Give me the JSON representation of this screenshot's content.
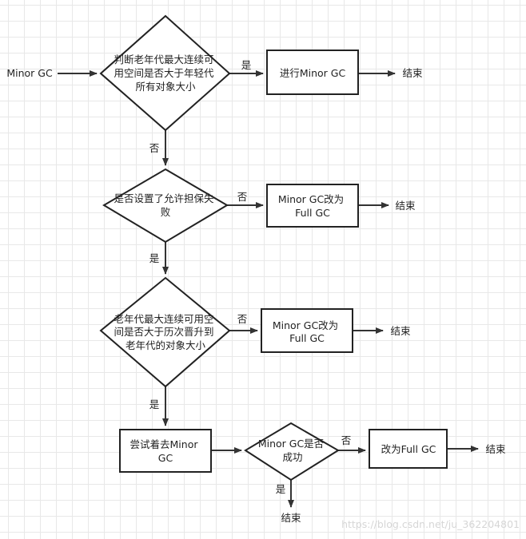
{
  "flowchart": {
    "start_label": "Minor GC",
    "decisions": [
      {
        "lines": [
          "判断老年代最大连续可",
          "用空间是否大于年轻代",
          "所有对象大小"
        ]
      },
      {
        "lines": [
          "是否设置了允许担保失",
          "败"
        ]
      },
      {
        "lines": [
          "老年代最大连续可用空",
          "间是否大于历次晋升到",
          "老年代的对象大小"
        ]
      },
      {
        "lines": [
          "Minor GC是否",
          "成功"
        ]
      }
    ],
    "processes": [
      {
        "lines": [
          "进行Minor GC"
        ]
      },
      {
        "lines": [
          "Minor GC改为",
          "Full GC"
        ]
      },
      {
        "lines": [
          "Minor GC改为",
          "Full GC"
        ]
      },
      {
        "lines": [
          "尝试着去Minor",
          "GC"
        ]
      },
      {
        "lines": [
          "改为Full GC"
        ]
      }
    ],
    "edge_labels": {
      "d1_yes": "是",
      "d1_no": "否",
      "d2_no": "否",
      "d2_yes": "是",
      "d3_no": "否",
      "d3_yes": "是",
      "d4_no": "否",
      "d4_yes": "是"
    },
    "end_label": "结束",
    "watermark": "https://blog.csdn.net/ju_362204801"
  }
}
